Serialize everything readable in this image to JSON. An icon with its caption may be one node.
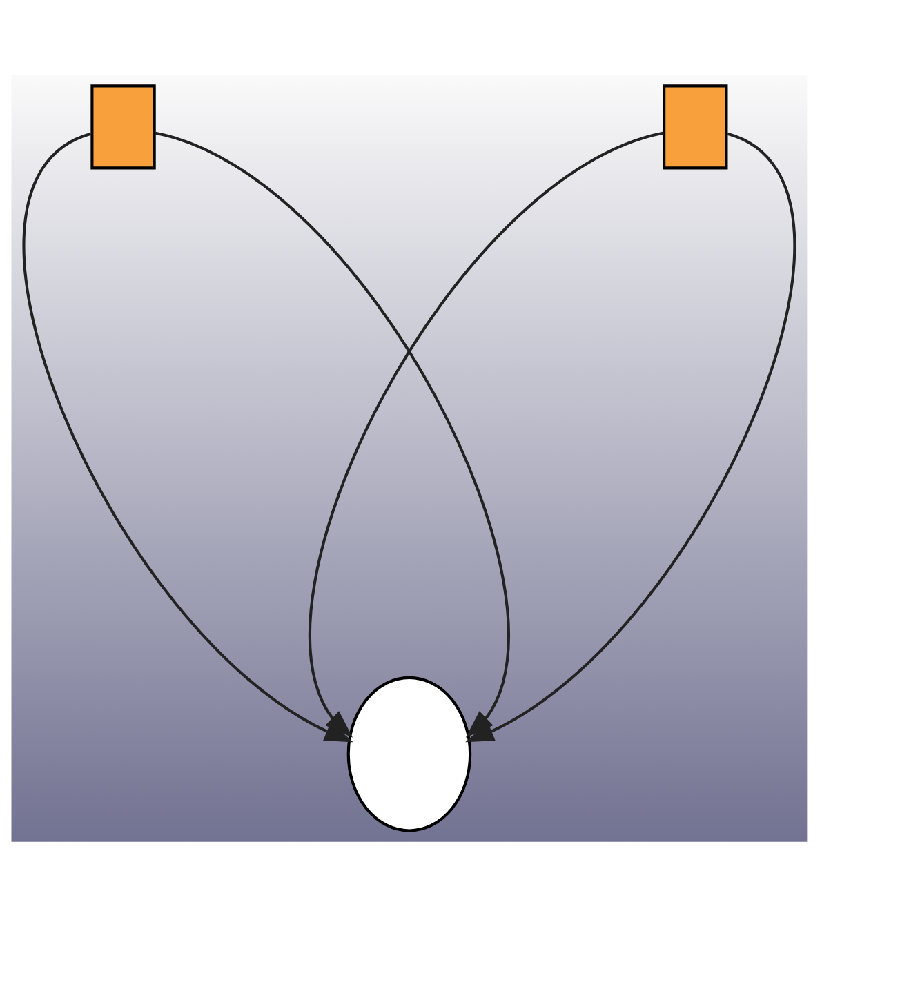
{
  "diagram": {
    "nodes": [
      {
        "text": [],
        "shape": "box"
      },
      {
        "text": [],
        "shape": "box"
      },
      {
        "text": [],
        "shape": "ellipse"
      }
    ],
    "edges": [
      {
        "from": 0,
        "to": 2,
        "arrow": "to"
      },
      {
        "from": 0,
        "to": 2,
        "arrow": "to"
      },
      {
        "from": 1,
        "to": 2,
        "arrow": "to"
      },
      {
        "from": 1,
        "to": 2,
        "arrow": "to"
      }
    ]
  }
}
